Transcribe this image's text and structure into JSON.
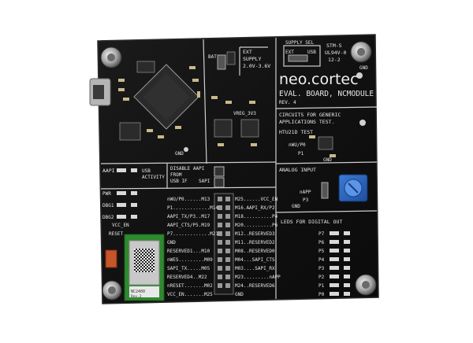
{
  "board": {
    "brand": "neo.cortec",
    "title": "EVAL. BOARD, NCMODULE",
    "revision": "REV. 4",
    "supply_sel": "SUPPLY SEL",
    "ext_label": "EXT",
    "usb_label": "USB",
    "stm_label": "STM-S",
    "ul_label": "UL94V-0",
    "date_code": "12-2",
    "bat_label": "BAT",
    "ext_supply_1": "EXT",
    "ext_supply_2": "SUPPLY",
    "ext_supply_3": "2.0V-3.6V",
    "vreg_label": "VREG_3V3",
    "gnd_top": "GND",
    "gnd_mid": "GND",
    "circuits_1": "CIRCUITS FOR GENERIC",
    "circuits_2": "APPLICATIONS TEST.",
    "htu_label": "HTU21D TEST",
    "nwu_p0": "nWU/P0",
    "p1_label": "P1",
    "gnd_htu": "GND",
    "analog_input": "ANALOG INPUT",
    "napp_label": "nAPP",
    "p3_label": "P3",
    "gnd_analog": "GND",
    "leds_title": "LEDS FOR DIGITAL OUT",
    "led_labels": [
      "P7",
      "P6",
      "P5",
      "P4",
      "P3",
      "P2",
      "P1",
      "P0"
    ],
    "aapi": "AAPI",
    "usb_activity_1": "USB",
    "usb_activity_2": "ACTIVITY",
    "disable_1": "DISABLE AAPI",
    "disable_2": "FROM",
    "disable_3": "USB IF",
    "sapi_label": "SAPI",
    "pwr_label": "PWR",
    "dbg1_label": "DBG1",
    "dbg2_label": "DBG2",
    "vcc_en_left": "VCC_EN",
    "reset_label": "RESET",
    "module_label": "NC2400",
    "module_rev": "Rev.2",
    "pins_left": [
      "nWU/P0......M13",
      "P1.............M14",
      "AAPI_TX/P3..M17",
      "AAPI_CTS/P5.M19",
      "P7.............M21",
      "GND",
      "RESERVED1...M10",
      "nWES.........M09",
      "SAPI_TX.....M05",
      "RESERVED4..M22",
      "nRESET.......M02",
      "VCC_EN.......M25"
    ],
    "pins_right": [
      "M25......VCC_EN",
      "M16.AAPI_RX/P2",
      "M18..........P4",
      "M20..........P6",
      "M12..RESERVED3",
      "M11..RESERVED2",
      "M08..RESERVED0",
      "M04...SAPI_CTS",
      "M03....SAPI_RX",
      "M23.........nAPP",
      "M24..RESERVED6",
      "GND"
    ]
  }
}
